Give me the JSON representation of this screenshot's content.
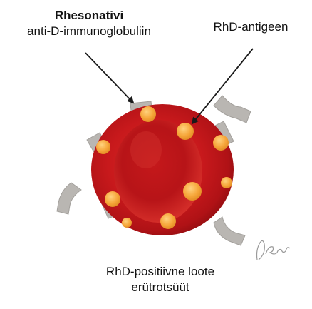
{
  "labels": {
    "drug_name": "Rhesonativi",
    "drug_description": "anti-D-immunoglobuliin",
    "antigen": "RhD-antigeen",
    "cell_line1": "RhD-positiivne loote",
    "cell_line2": "erütrotsüüt"
  },
  "signature_text": "D.Rattel",
  "colors": {
    "cell_red": "#c8191c",
    "cell_dark": "#8e0d10",
    "cell_light": "#e03a33",
    "antigen_orange": "#f6a63a",
    "antibody_gray": "#b9b6b2",
    "arrow": "#1a1a1a"
  }
}
